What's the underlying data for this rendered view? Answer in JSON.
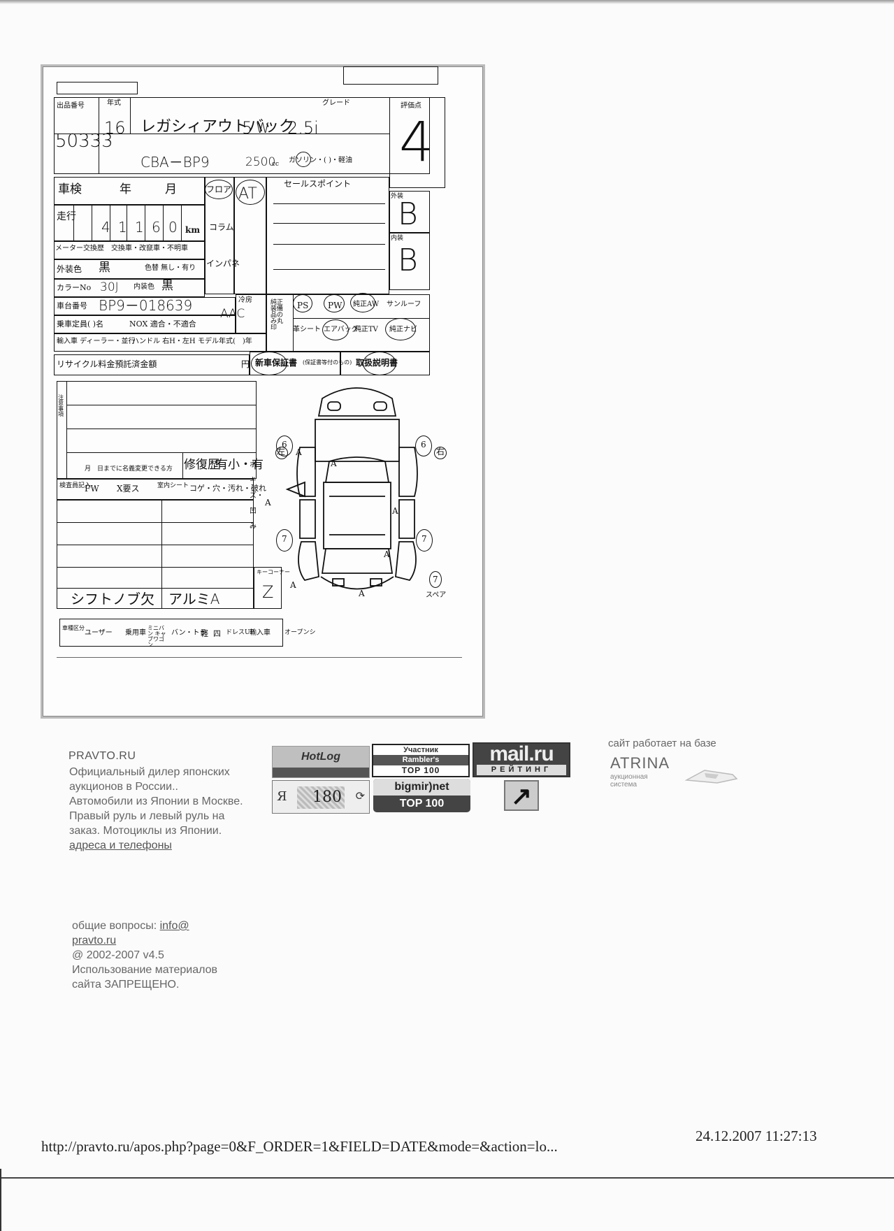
{
  "sheet": {
    "lot_no": "50333",
    "year": "16",
    "model": "レガシィアウトバック",
    "doors": "5",
    "body": "W",
    "grade": "2.5i",
    "model_code": "CBA－BP9",
    "displacement": "2500",
    "cc_unit": "cc",
    "fuel": "ガソリン・( )・軽油",
    "score_label": "評価点",
    "score": "4",
    "inspection_label": "車検",
    "year_label": "年",
    "month_label": "月",
    "shift_col": "フロア",
    "column_shift": "コラム",
    "inpane": "インパネ",
    "transmission": "AT",
    "sales_point_label": "セールスポイント",
    "mileage_label": "走行",
    "mileage_digits": [
      "4",
      "1",
      "1",
      "6",
      "0"
    ],
    "km_unit": "km",
    "meter_exchange": "メーター交換歴",
    "meter_options": "交換車・改竄車・不明車",
    "exterior_color_label": "外装色",
    "exterior_color": "黒",
    "color_change": "色替 無し・有り",
    "color_no_label": "カラーNo",
    "color_no": "30J",
    "interior_label": "内装色",
    "interior_color": "黒",
    "vin_label": "車台番号",
    "vin": "BP9－018639",
    "capacity": "乗車定員( )名",
    "nox": "NOX 適合・不適合",
    "import": "輸入車 ディーラー・並行",
    "handle": "ハンドル 右H・左H",
    "model_year": "モデル年式(　)年",
    "ac_label": "冷房",
    "ac_value": "AAC",
    "ext_grade_label": "外装",
    "ext_grade": "B",
    "int_grade_label": "内装",
    "int_grade": "B",
    "equip_label": "純正装備品のみ丸印",
    "equip": [
      "PS",
      "PW",
      "純正AW",
      "サンルーフ",
      "革シート",
      "エアバッグ",
      "純正TV",
      "純正ナビ"
    ],
    "recycle": "リサイクル料金預託済金額",
    "yen": "円",
    "warranty": "新車保証書",
    "warranty_note": "(保証書等付のもの)",
    "manual": "取扱説明書",
    "notes_label": "注意事項",
    "until": "月　日までに名義変更できる方",
    "repair": "修復歴",
    "repair_value": "有小・有",
    "inspector": "検査員記入",
    "fw": "FW",
    "x_needed": "X要ス",
    "interior_seat": "室内シート",
    "damage": "コゲ・穴・汚れ・破れ",
    "inspector_note_1": "シフトノブ欠",
    "inspector_note_2": "アルミA",
    "keycode_label": "キーコーナー",
    "keycode": "Z",
    "car_type_label": "車種区分",
    "car_types": [
      "乗用車",
      "ミニバン キャブワゴン",
      "バン・トラ",
      "軽",
      "四",
      "ドレスUP",
      "輸入車",
      "オープンシ"
    ],
    "user": "ユーザー",
    "diagram_marks": [
      "A",
      "A",
      "6",
      "6",
      "7",
      "7",
      "A",
      "A",
      "A",
      "A",
      "A",
      "7"
    ],
    "spare": "スペア",
    "left_label": "左",
    "right_label": "右",
    "vert_note": "ホキズ・凹み"
  },
  "footer": {
    "brand": "PRAVTO.RU",
    "description": "Официальный дилер японских аукционов в России.. Автомобили из Японии в Москве. Правый руль и левый руль на заказ. Мотоциклы из Японии.",
    "addresses_link": "адреса и телефоны",
    "contact_label": "общие вопросы: ",
    "contact_email": "info@ pravto.ru",
    "copyright": "@ 2002-2007 v4.5",
    "warning": "Использование материалов сайта ЗАПРЕЩЕНО.",
    "atrina_caption": "сайт работает на базе",
    "atrina": "ATRINA",
    "atrina_sub": "аукционная система"
  },
  "banners": {
    "hotlog": "HotLog",
    "ya_letter": "Я",
    "ya_count": "180",
    "ya_refresh": "⟳",
    "rambler_1": "Участник",
    "rambler_2": "Rambler's",
    "rambler_3": "TOP 100",
    "bigmir_1": "bigmir)net",
    "bigmir_2": "TOP 100",
    "mailru_1": "mail.ru",
    "mailru_2": "РЕЙТИНГ",
    "arrow": "↗"
  },
  "print": {
    "url": "http://pravto.ru/apos.php?page=0&F_ORDER=1&FIELD=DATE&mode=&action=lo...",
    "datetime": "24.12.2007 11:27:13"
  }
}
